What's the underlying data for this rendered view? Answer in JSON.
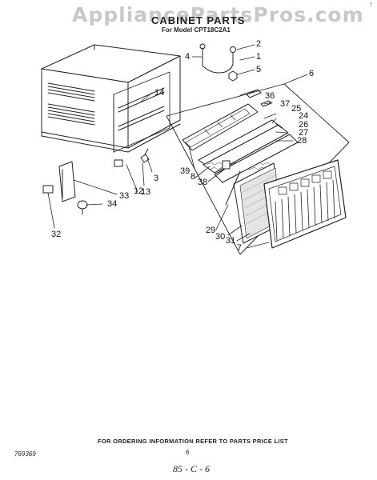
{
  "watermark": "AppliancePartsPros.com",
  "corner_mark": "↑",
  "header": {
    "title": "CABINET PARTS",
    "subtitle": "For Model CPT18C2A1"
  },
  "callouts": [
    "1",
    "2",
    "3",
    "4",
    "5",
    "6",
    "7",
    "8",
    "12",
    "13",
    "14",
    "24",
    "25",
    "26",
    "27",
    "28",
    "29",
    "30",
    "31",
    "32",
    "33",
    "34",
    "36",
    "37",
    "38",
    "39"
  ],
  "footer": {
    "ordering_note": "FOR ORDERING INFORMATION REFER TO PARTS PRICE LIST",
    "page_number": "6",
    "reference_code": "769369",
    "date_mark": "85 - C - 6"
  }
}
